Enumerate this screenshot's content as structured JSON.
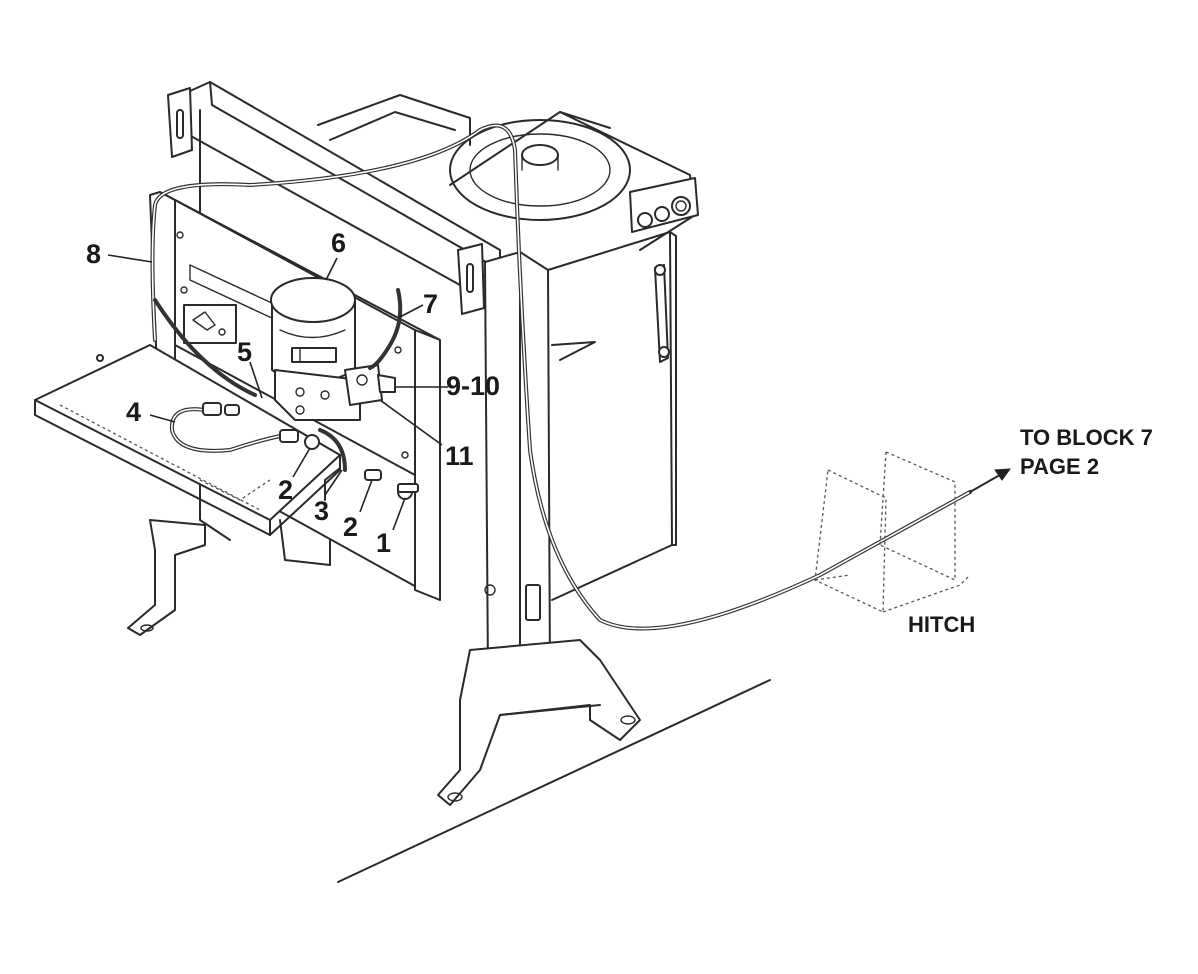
{
  "callouts": {
    "c1": "1",
    "c2a": "2",
    "c2b": "2",
    "c3": "3",
    "c4": "4",
    "c5": "5",
    "c6": "6",
    "c7": "7",
    "c8": "8",
    "c9_10": "9-10",
    "c11": "11"
  },
  "notes": {
    "to_block_line1": "TO BLOCK 7",
    "to_block_line2": "PAGE 2",
    "hitch": "HITCH"
  }
}
